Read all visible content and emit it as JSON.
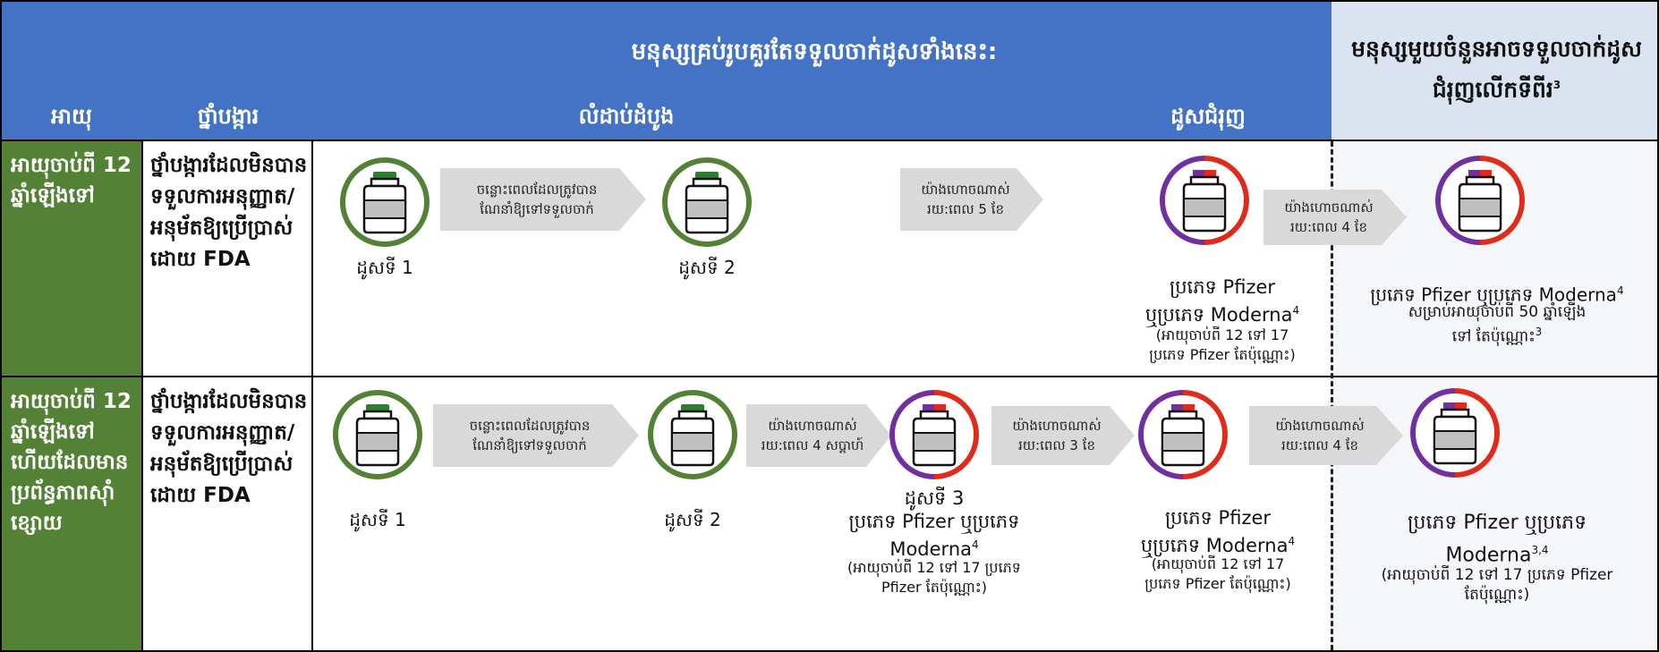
{
  "header": {
    "top_banner": "មនុស្សគ្រប់រូបគួរតែទទួលចាក់ដូសទាំងនេះ:",
    "right_banner": "មនុស្សមួយចំនួនអាចទទួលចាក់ដូសជំរុញលើកទីពីរ",
    "right_banner_sup": "3",
    "col_age": "អាយុ",
    "col_vaccine": "ថ្នាំបង្ការ",
    "col_primary": "លំដាប់ដំបូង",
    "col_booster": "ដូសជំរុញ"
  },
  "rows": [
    {
      "age": "អាយុចាប់ពី 12 ឆ្នាំឡើងទៅ",
      "vaccine": "ថ្នាំបង្ការដែលមិនបានទទួលការអនុញ្ញាត/អនុម័តឱ្យប្រើប្រាស់ដោយ FDA",
      "dose1": "ដូសទី 1",
      "arrow1": [
        "ចន្លោះពេលដែលត្រូវបាន",
        "ណែនាំឱ្យទៅទទួលចាក់"
      ],
      "dose2": "ដូសទី 2",
      "arrow2": [
        "យ៉ាងហោចណាស់",
        "រយ:ពេល 5 ខែ"
      ],
      "booster_label": [
        "ប្រភេទ Pfizer",
        "ឬប្រភេទ Moderna"
      ],
      "booster_sup": "4",
      "booster_note": [
        "(អាយុចាប់ពី 12 ទៅ 17",
        "ប្រភេទ Pfizer តែប៉ុណ្ណោះ)"
      ],
      "arrow3": [
        "យ៉ាងហោចណាស់",
        "រយ:ពេល 4 ខែ"
      ],
      "second_booster_label": "ប្រភេទ Pfizer ឬប្រភេទ Moderna",
      "second_booster_sup": "4",
      "second_booster_note": [
        "សម្រាប់អាយុចាប់ពី 50 ឆ្នាំឡើង",
        "ទៅ តែប៉ុណ្ណោះ"
      ],
      "second_booster_note_sup": "3"
    },
    {
      "age": "អាយុចាប់ពី 12 ឆ្នាំឡើងទៅ ហើយដែលមានប្រព័ន្ធភាពស៊ាំខ្សោយ",
      "vaccine": "ថ្នាំបង្ការដែលមិនបានទទួលការអនុញ្ញាត/អនុម័តឱ្យប្រើប្រាស់ដោយ FDA",
      "dose1": "ដូសទី 1",
      "arrow1": [
        "ចន្លោះពេលដែលត្រូវបាន",
        "ណែនាំឱ្យទៅទទួលចាក់"
      ],
      "dose2": "ដូសទី 2",
      "arrow2": [
        "យ៉ាងហោចណាស់",
        "រយ:ពេល 4 សប្ដាហ៍"
      ],
      "dose3_title": "ដូសទី 3",
      "dose3_label": [
        "ប្រភេទ Pfizer ឬប្រភេទ",
        "Moderna"
      ],
      "dose3_sup": "4",
      "dose3_note": [
        "(អាយុចាប់ពី 12 ទៅ 17 ប្រភេទ",
        "Pfizer តែប៉ុណ្ណោះ)"
      ],
      "arrow3": [
        "យ៉ាងហោចណាស់",
        "រយ:ពេល 3 ខែ"
      ],
      "booster_label": [
        "ប្រភេទ Pfizer",
        "ឬប្រភេទ Moderna"
      ],
      "booster_sup": "4",
      "booster_note": [
        "(អាយុចាប់ពី 12 ទៅ 17",
        "ប្រភេទ Pfizer តែប៉ុណ្ណោះ)"
      ],
      "arrow4": [
        "យ៉ាងហោចណាស់",
        "រយ:ពេល 4 ខែ"
      ],
      "second_booster_label": [
        "ប្រភេទ Pfizer ឬប្រភេទ",
        "Moderna"
      ],
      "second_booster_sup": "3,4",
      "second_booster_note": [
        "(អាយុចាប់ពី 12 ទៅ 17 ប្រភេទ Pfizer",
        "តែប៉ុណ្ណោះ)"
      ]
    }
  ],
  "colors": {
    "header_blue": "#4472c4",
    "green_dose_ring": "#538135",
    "booster_purple": "#7030a0",
    "booster_red": "#e02b1a",
    "arrow_gray": "#d9d9d9"
  },
  "icons": {
    "primary_dose": "green-ring-vial-icon",
    "booster_dose": "purple-red-ring-vial-icon"
  }
}
